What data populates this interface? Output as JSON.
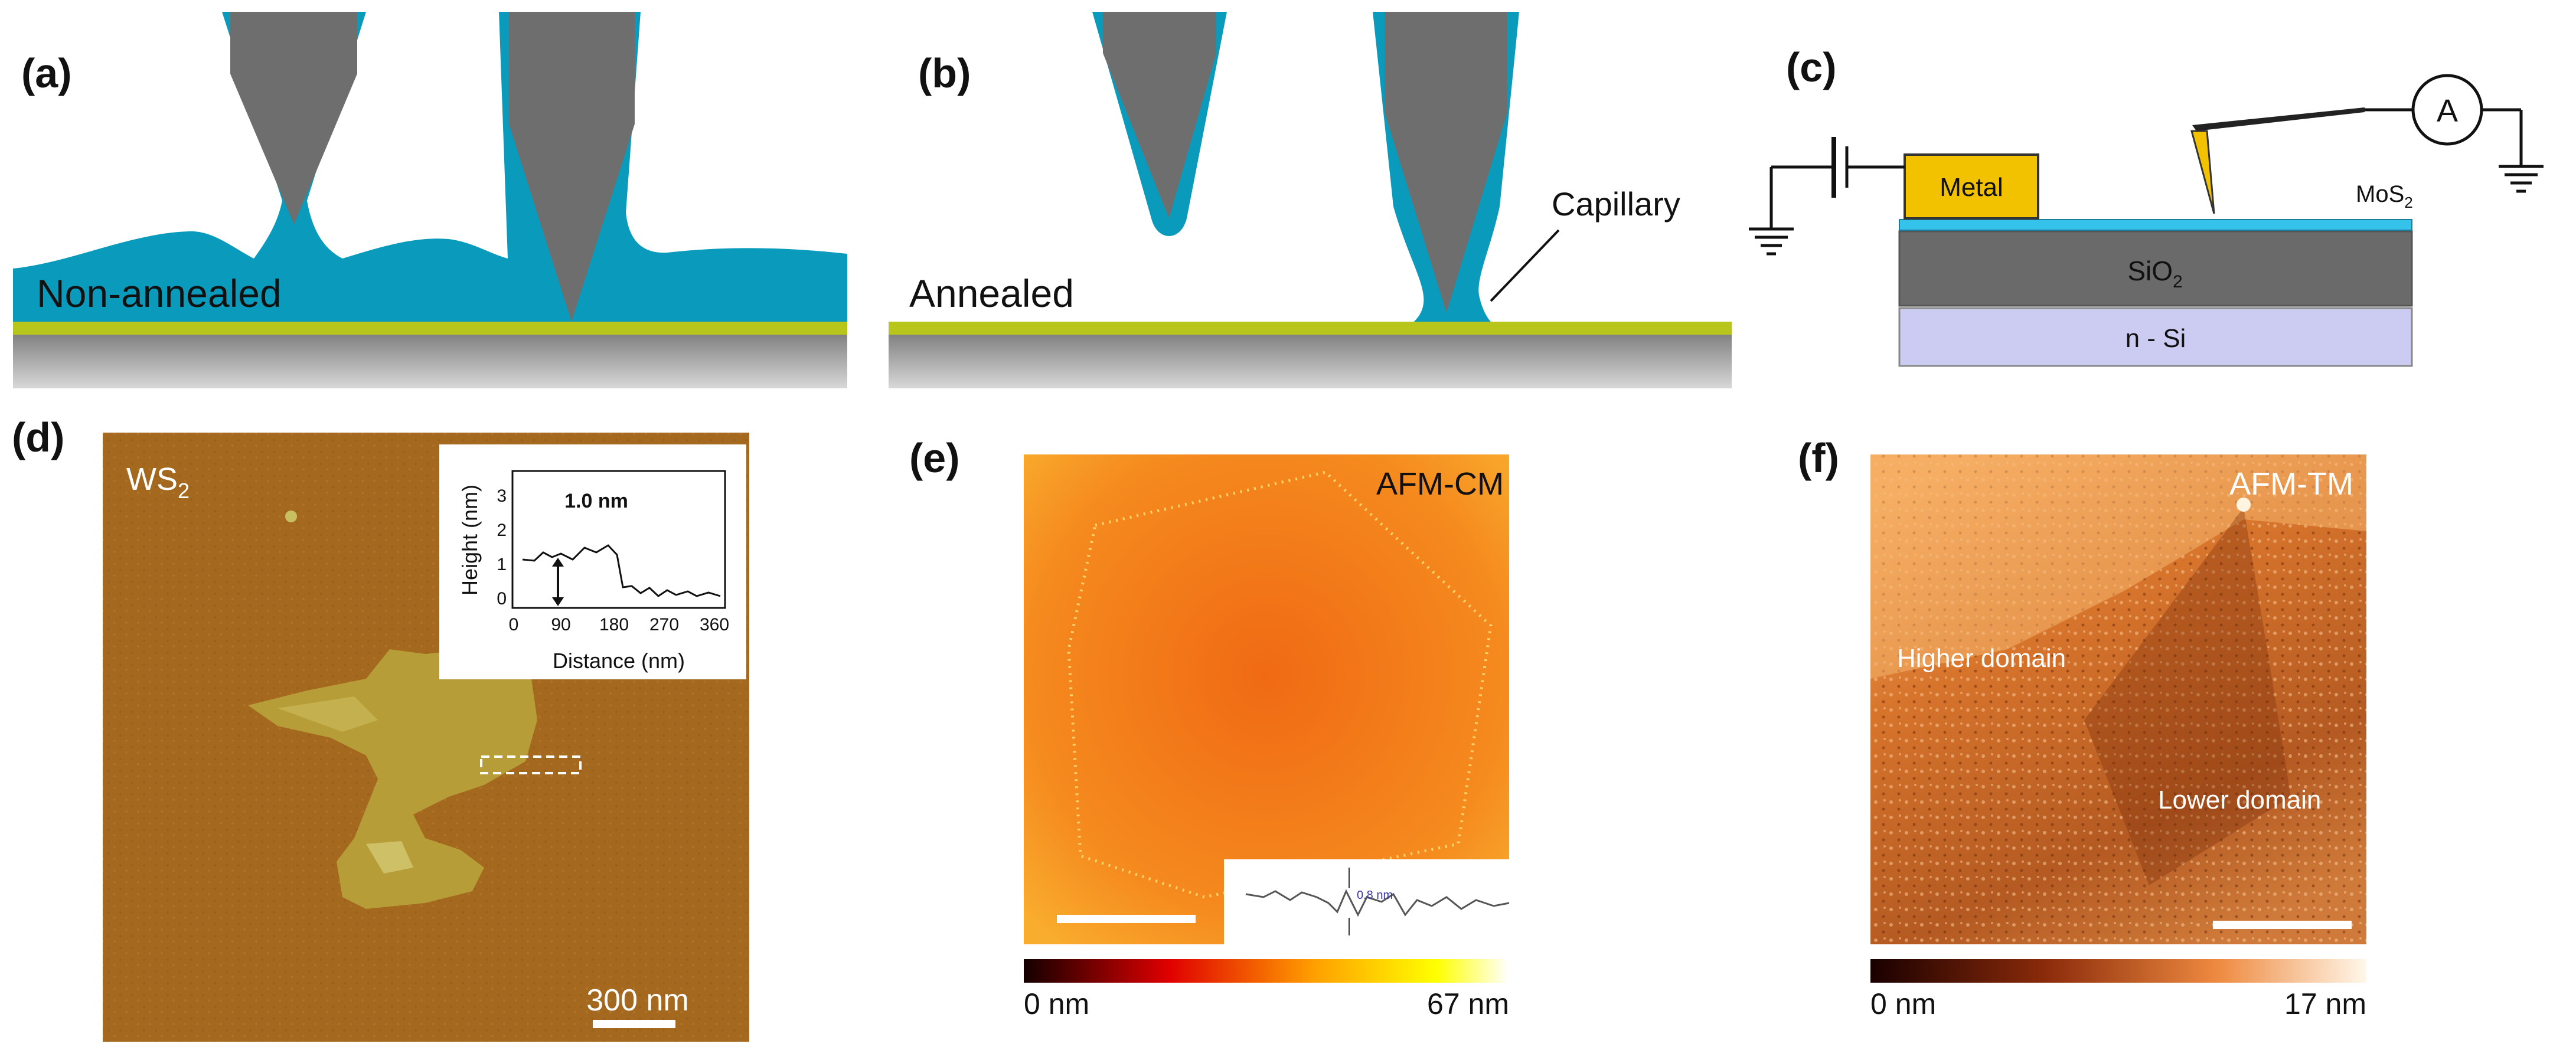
{
  "panels": {
    "a": {
      "label": "(a)",
      "caption": "Non-annealed"
    },
    "b": {
      "label": "(b)",
      "caption": "Annealed",
      "callout": "Capillary"
    },
    "c": {
      "label": "(c)",
      "metal": "Metal",
      "material": "MoS",
      "material_sub": "2",
      "oxide": "SiO",
      "oxide_sub": "2",
      "substrate": "n - Si",
      "meter": "A"
    },
    "d": {
      "label": "(d)",
      "sample": "WS",
      "sample_sub": "2",
      "scalebar": "300 nm",
      "inset": {
        "value_label": "1.0 nm",
        "ylabel": "Height (nm)",
        "xlabel": "Distance (nm)",
        "yticks": [
          "0",
          "1",
          "2",
          "3"
        ],
        "xticks": [
          "0",
          "90",
          "180",
          "270",
          "360"
        ]
      }
    },
    "e": {
      "label": "(e)",
      "mode": "AFM-CM",
      "inset_value": "0.8 nm",
      "colorbar_min": "0 nm",
      "colorbar_max": "67 nm"
    },
    "f": {
      "label": "(f)",
      "mode": "AFM-TM",
      "higher": "Higher domain",
      "lower": "Lower domain",
      "colorbar_min": "0 nm",
      "colorbar_max": "17 nm"
    }
  },
  "colors": {
    "water": "#0a9bbc",
    "tip": "#6e6e6e",
    "film": "#b8c51a",
    "mos2": "#35c3ec",
    "sio2": "#6a6a6a",
    "nsi": "#ccccf2",
    "metal": "#f2c200"
  }
}
